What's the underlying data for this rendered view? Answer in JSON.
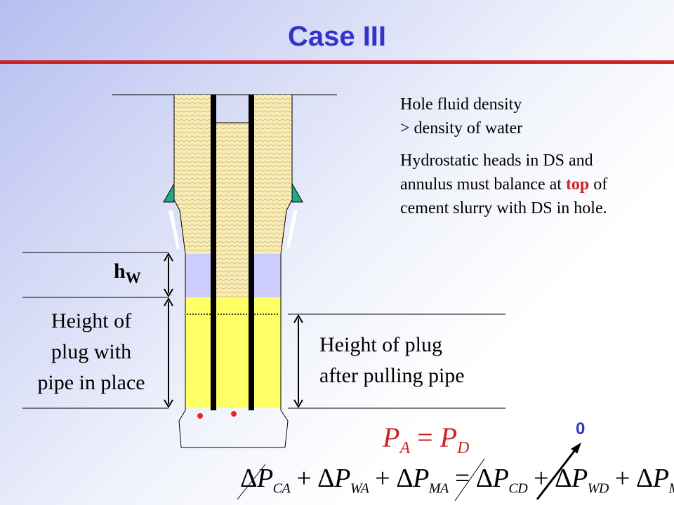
{
  "title": "Case III",
  "colors": {
    "title": "#3333cc",
    "title_rule": "#cc2222",
    "cement": "#ffff66",
    "spacer": "#ccccff",
    "fluid": "#f7edb8",
    "shoe": "#22aa88",
    "marker": "#ee2222"
  },
  "notes": {
    "line1": "Hole fluid density",
    "line2": "> density of water",
    "para2_pre": "Hydrostatic heads in DS and annulus must balance at",
    "para2_highlight": "top",
    "para2_post": "of cement slurry with DS in hole."
  },
  "labels": {
    "hw_main": "h",
    "hw_sub": "W",
    "left_l1": "Height of",
    "left_l2": "plug with",
    "left_l3": "pipe in place",
    "right_l1": "Height of plug",
    "right_l2": "after pulling pipe",
    "zero": "0"
  },
  "equations": {
    "eq1": {
      "lhs": "P",
      "lhs_sub": "A",
      "op": "=",
      "rhs": "P",
      "rhs_sub": "D"
    },
    "eq2_terms": [
      {
        "delta": "Δ",
        "P": "P",
        "sub": "CA"
      },
      {
        "delta": "Δ",
        "P": "P",
        "sub": "WA"
      },
      {
        "delta": "Δ",
        "P": "P",
        "sub": "MA"
      },
      {
        "delta": "Δ",
        "P": "P",
        "sub": "CD"
      },
      {
        "delta": "Δ",
        "P": "P",
        "sub": "WD"
      },
      {
        "delta": "Δ",
        "P": "P",
        "sub": "MD"
      }
    ],
    "plus": "+",
    "equals": "="
  }
}
